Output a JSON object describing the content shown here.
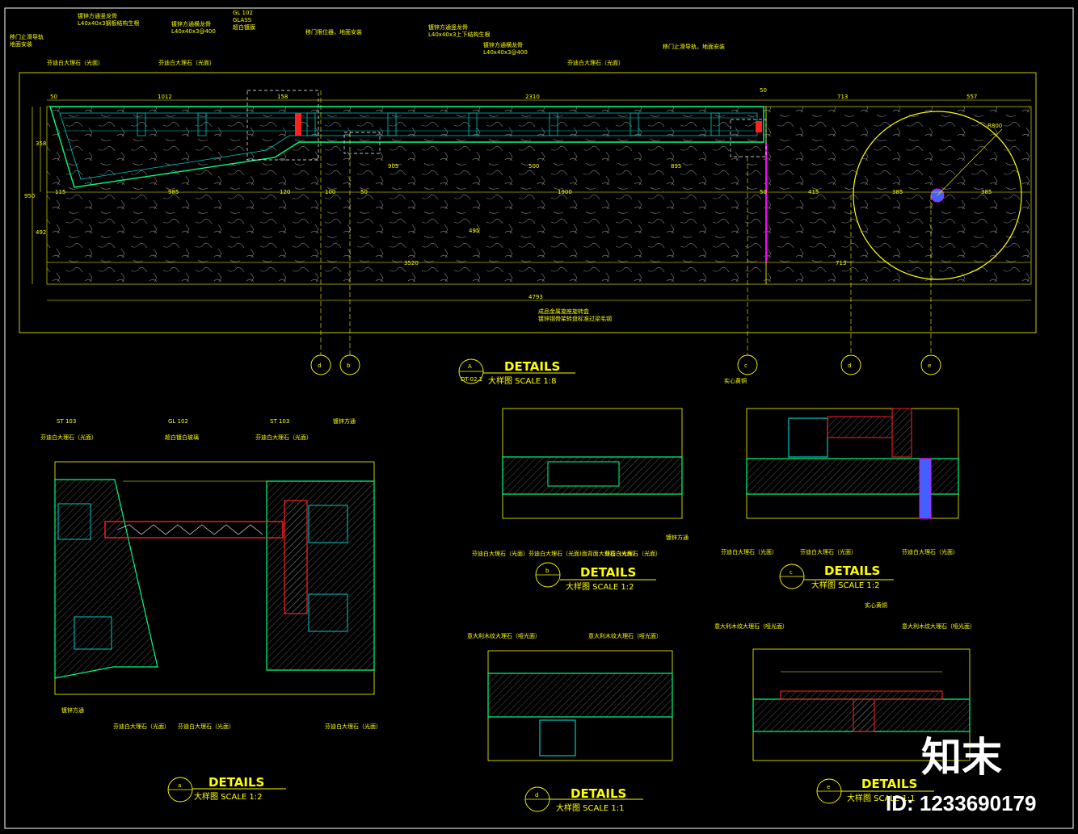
{
  "plan": {
    "labels": {
      "door_stop_floor": "移门止滑导轨\n地面安装",
      "galv_tube_support": "镀锌方通竖龙骨\nL40x40x3钢板结构生根",
      "galv_horizontal": "镀锌方通横龙骨\nL40x40x3@400",
      "glass_tag": "GL  102\nGLASS\n超白镀膜",
      "door_limiter": "移门限位器，地面安装",
      "galv_vertical_top": "镀锌方通竖龙骨\nL40x40x3上下结构生根",
      "galv_horizontal_2": "镀锌方通横龙骨\nL40x40x3@400",
      "door_stop_rail": "移门止滑导轨，地面安装",
      "stone_a": "芬迪白大理石（光面）",
      "stone_b": "芬迪白大理石（光面）",
      "stone_c": "芬迪白大理石（光面）",
      "metal_note": "成品金属旋座旋转盒\n镀锌钢骨架转盘标准过梁毛钢",
      "solid_brass": "实心黄铜"
    },
    "dims": [
      "50",
      "1012",
      "158",
      "2310",
      "50",
      "713",
      "557",
      "358",
      "950",
      "492",
      "905",
      "500",
      "895",
      "115",
      "985",
      "120",
      "100",
      "50",
      "1900",
      "50",
      "415",
      "385",
      "385",
      "495",
      "3520",
      "713",
      "4793",
      "R800"
    ],
    "section_marks": [
      "d",
      "b",
      "c",
      "d",
      "e"
    ],
    "title": "DETAILS",
    "subtitle": "大样图  SCALE  1:8",
    "ref_letter": "A",
    "ref_code": "DT-02.1"
  },
  "details": {
    "a": {
      "title": "DETAILS",
      "subtitle": "大样图  SCALE  1:2",
      "letter": "a",
      "labels": [
        "ST  103",
        "芬迪白大理石（光面）",
        "GL  102",
        "超白镀白玻璃",
        "ST  103",
        "芬迪白大理石（光面）",
        "镀锌方通",
        "镀锌方通",
        "芬迪白大理石（光面）",
        "芬迪白大理石（光面）",
        "芬迪白大理石（光面）"
      ]
    },
    "b": {
      "title": "DETAILS",
      "subtitle": "大样图  SCALE  1:2",
      "letter": "b",
      "labels": [
        "芬迪白大理石（光面）",
        "芬迪白大理石（光面)面背面大理石（光面）",
        "芬迪白大理石（光面）",
        "镀锌方通"
      ]
    },
    "c": {
      "title": "DETAILS",
      "subtitle": "大样图  SCALE  1:2",
      "letter": "c",
      "labels": [
        "芬迪白大理石（光面）",
        "芬迪白大理石（光面）",
        "芬迪白大理石（光面）"
      ]
    },
    "d": {
      "title": "DETAILS",
      "subtitle": "大样图  SCALE  1:1",
      "letter": "d",
      "labels": [
        "意大利木纹大理石（哑光面）",
        "意大利木纹大理石（哑光面）"
      ]
    },
    "e": {
      "title": "DETAILS",
      "subtitle": "大样图  SCALE  1:1",
      "letter": "e",
      "labels": [
        "意大利木纹大理石（哑光面）",
        "实心黄铜",
        "意大利木纹大理石（哑光面）"
      ]
    }
  },
  "watermark": {
    "logo": "知末",
    "id": "ID: 1233690179"
  },
  "colors": {
    "bg": "#000000",
    "yellow": "#ffff00",
    "green": "#00ff7f",
    "cyan": "#00c8c8",
    "red": "#ff2020",
    "magenta": "#ff00ff",
    "blue": "#4060ff",
    "white": "#ffffff"
  }
}
